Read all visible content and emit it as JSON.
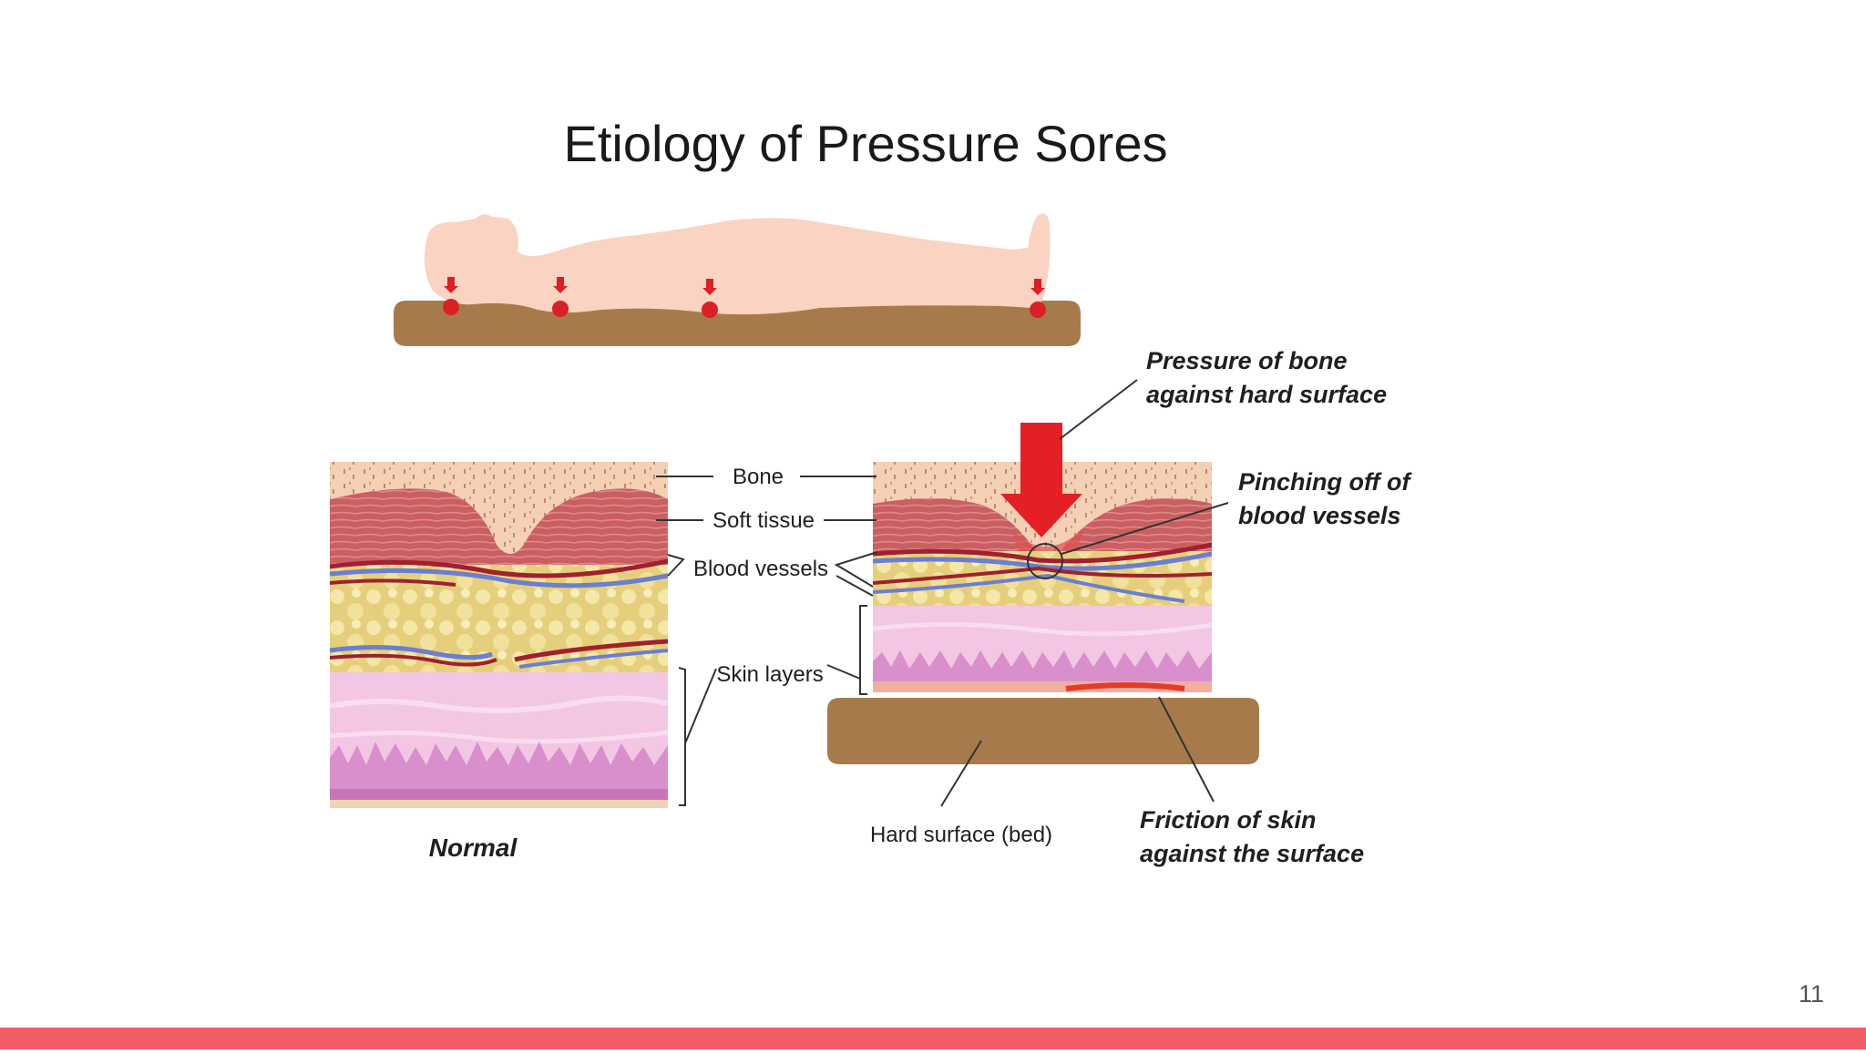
{
  "slide": {
    "title": "Etiology of Pressure Sores",
    "page_number": "11",
    "accent_color": "#f25c66"
  },
  "labels": {
    "bone": "Bone",
    "soft_tissue": "Soft tissue",
    "blood_vessels": "Blood vessels",
    "skin_layers": "Skin layers",
    "normal": "Normal",
    "hard_surface": "Hard surface (bed)",
    "pressure_line1": "Pressure of bone",
    "pressure_line2": "against hard surface",
    "pinching_line1": "Pinching off of",
    "pinching_line2": "blood vessels",
    "friction_line1": "Friction of skin",
    "friction_line2": "against the surface"
  },
  "colors": {
    "bed": "#a77a4b",
    "body": "#fad3c2",
    "pressure_marker": "#d92027",
    "bone": "#f5d0b5",
    "muscle": "#cf6a6a",
    "fat": "#e8d484",
    "skin": "#f3c6e3",
    "dermis": "#d98fcc"
  }
}
